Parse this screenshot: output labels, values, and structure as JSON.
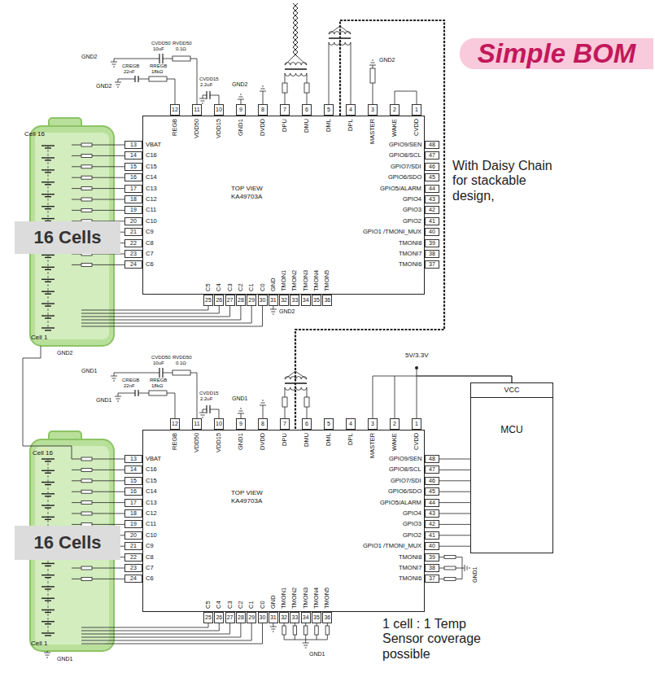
{
  "diagram": {
    "nodes": [
      {
        "text": [
          "Simple BOM"
        ]
      },
      {
        "text": [
          "TOP VIEW KA49703A"
        ]
      },
      {
        "text": [
          "16 Cells"
        ]
      },
      {
        "text": [
          "TOP VIEW KA49703A"
        ]
      },
      {
        "text": [
          "VCC",
          "MCU"
        ]
      },
      {
        "text": [
          "16 Cells"
        ]
      }
    ],
    "edges": [
      {
        "from": 1,
        "to": 3,
        "arrow": "none"
      },
      {
        "from": 3,
        "to": 4,
        "arrow": "none"
      },
      {
        "from": 3,
        "to": 4,
        "arrow": "none"
      },
      {
        "from": 3,
        "to": 4,
        "arrow": "none"
      },
      {
        "from": 3,
        "to": 4,
        "arrow": "none"
      },
      {
        "from": 3,
        "to": 4,
        "arrow": "none"
      },
      {
        "from": 3,
        "to": 4,
        "arrow": "none"
      },
      {
        "from": 3,
        "to": 4,
        "arrow": "none"
      },
      {
        "from": 3,
        "to": 4,
        "arrow": "none"
      },
      {
        "from": 3,
        "to": 4,
        "arrow": "none"
      },
      {
        "from": 3,
        "to": 4,
        "arrow": "none"
      },
      {
        "from": 3,
        "to": 4,
        "arrow": "none"
      }
    ],
    "labels": [
      "12",
      "11",
      "10",
      "9",
      "8",
      "7",
      "6",
      "5",
      "4",
      "3",
      "2",
      "1",
      "REGB",
      "VDD50",
      "VDD15",
      "GND1",
      "DVDD",
      "DPU",
      "DMU",
      "DML",
      "DPL",
      "MASTER",
      "WAKE",
      "CVDD",
      "13",
      "14",
      "15",
      "16",
      "17",
      "18",
      "19",
      "20",
      "21",
      "22",
      "23",
      "24",
      "VBAT",
      "C16",
      "C15",
      "C14",
      "C13",
      "C12",
      "C11",
      "C10",
      "C9",
      "C8",
      "C7",
      "C6",
      "25",
      "26",
      "27",
      "28",
      "29",
      "30",
      "31",
      "32",
      "33",
      "34",
      "35",
      "36",
      "C5",
      "C4",
      "C3",
      "C2",
      "C1",
      "C0",
      "GND",
      "TMON1",
      "TMON2",
      "TMON3",
      "TMON4",
      "TMON5",
      "48",
      "47",
      "46",
      "45",
      "44",
      "43",
      "42",
      "41",
      "40",
      "39",
      "38",
      "37",
      "GPIO9/SEN",
      "GPIO8/SCL",
      "GPIO7/SDI",
      "GPIO6/SDO",
      "GPIO5/ALARM",
      "GPIO4",
      "GPIO3",
      "GPIO2",
      "GPIO1 /TMONI_MUX",
      "TMONI8",
      "TMONI7",
      "TMONI6",
      "12",
      "11",
      "10",
      "9",
      "8",
      "7",
      "6",
      "5",
      "4",
      "3",
      "2",
      "1",
      "REGB",
      "VDD50",
      "VDD15",
      "GND1",
      "DVDD",
      "DPU",
      "DMU",
      "DML",
      "DPL",
      "MASTER",
      "WAKE",
      "CVDD",
      "13",
      "14",
      "15",
      "16",
      "17",
      "18",
      "19",
      "20",
      "21",
      "22",
      "23",
      "24",
      "VBAT",
      "C16",
      "C15",
      "C14",
      "C13",
      "C12",
      "C11",
      "C10",
      "C9",
      "C8",
      "C7",
      "C6",
      "25",
      "26",
      "27",
      "28",
      "29",
      "30",
      "31",
      "32",
      "33",
      "34",
      "35",
      "36",
      "C5",
      "C4",
      "C3",
      "C2",
      "C1",
      "C0",
      "GND",
      "TMON1",
      "TMON2",
      "TMON3",
      "TMON4",
      "TMON5",
      "48",
      "47",
      "46",
      "45",
      "44",
      "43",
      "42",
      "41",
      "40",
      "39",
      "38",
      "37",
      "GPIO9/SEN",
      "GPIO8/SCL",
      "GPIO7/SDI",
      "GPIO6/SDO",
      "GPIO5/ALARM",
      "GPIO4",
      "GPIO3",
      "GPIO2",
      "GPIO1 /TMONI_MUX",
      "TMONI8",
      "TMONI7",
      "TMONI6",
      "GND2",
      "CVDD50",
      "10uF",
      "RVDD50",
      "0.1Ω",
      "CREGB",
      "22nF",
      "RREGB",
      "18kΩ",
      "GND2",
      "CVDD15",
      "2.2uF",
      "GND2",
      "GND2",
      "GND2",
      "GND2",
      "Cell 16",
      "Cell 1",
      "With Daisy Chain for stackable design,",
      "GND1",
      "CVDD50",
      "10uF",
      "RVDD50",
      "0.1Ω",
      "CREGB",
      "22nF",
      "RREGB",
      "18kΩ",
      "GND1",
      "CVDD15",
      "2.2uF",
      "GND1",
      "5V/3.3V",
      "GND1",
      "Cell 16",
      "Cell 1",
      "GND1",
      "GND1",
      "1 cell : 1 Temp Sensor coverage possible"
    ]
  }
}
